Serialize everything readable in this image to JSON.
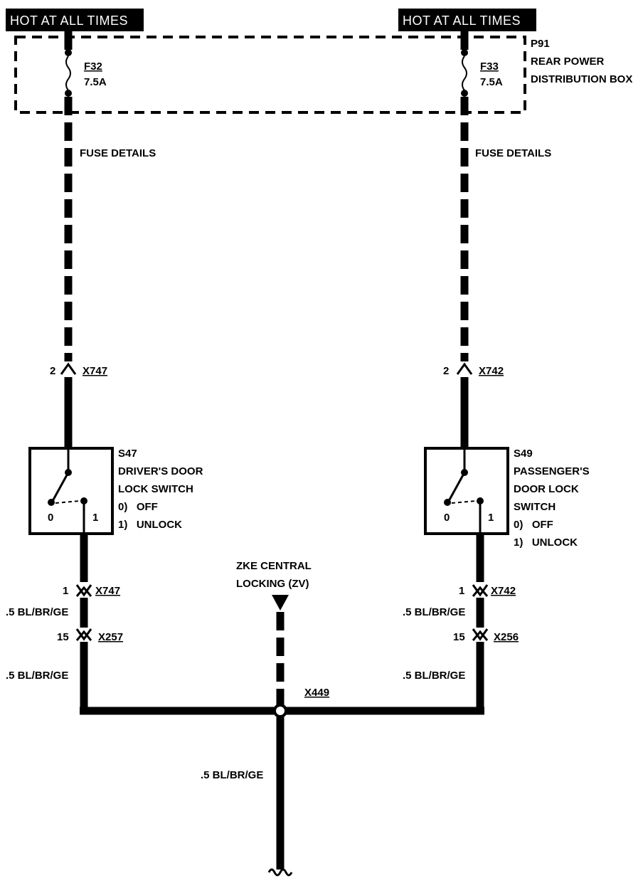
{
  "hot_labels": {
    "left": "HOT AT ALL TIMES",
    "right": "HOT AT ALL TIMES"
  },
  "p91": {
    "id": "P91",
    "name_line1": "REAR POWER",
    "name_line2": "DISTRIBUTION BOX"
  },
  "fuses": {
    "left": {
      "id": "F32",
      "rating": "7.5A"
    },
    "right": {
      "id": "F33",
      "rating": "7.5A"
    }
  },
  "fuse_details": {
    "left": "FUSE DETAILS",
    "right": "FUSE DETAILS"
  },
  "connectors": {
    "x747_top": {
      "pin": "2",
      "id": "X747"
    },
    "x742_top": {
      "pin": "2",
      "id": "X742"
    },
    "x747_bottom": {
      "pin": "1",
      "id": "X747"
    },
    "x742_bottom": {
      "pin": "1",
      "id": "X742"
    },
    "x257": {
      "pin": "15",
      "id": "X257"
    },
    "x256": {
      "pin": "15",
      "id": "X256"
    },
    "x449": {
      "id": "X449"
    }
  },
  "switches": {
    "s47": {
      "id": "S47",
      "line1": "DRIVER'S DOOR",
      "line2": "LOCK SWITCH",
      "pos0": "0",
      "pos1": "1",
      "state0": "0)   OFF",
      "state1": "1)   UNLOCK"
    },
    "s49": {
      "id": "S49",
      "line1": "PASSENGER'S",
      "line2": "DOOR LOCK",
      "line3": "SWITCH",
      "pos0": "0",
      "pos1": "1",
      "state0": "0)   OFF",
      "state1": "1)   UNLOCK"
    }
  },
  "wires": {
    "left_a": ".5 BL/BR/GE",
    "left_b": ".5 BL/BR/GE",
    "right_a": ".5 BL/BR/GE",
    "right_b": ".5 BL/BR/GE",
    "bottom": ".5 BL/BR/GE"
  },
  "zke": {
    "line1": "ZKE CENTRAL",
    "line2": "LOCKING (ZV)"
  }
}
